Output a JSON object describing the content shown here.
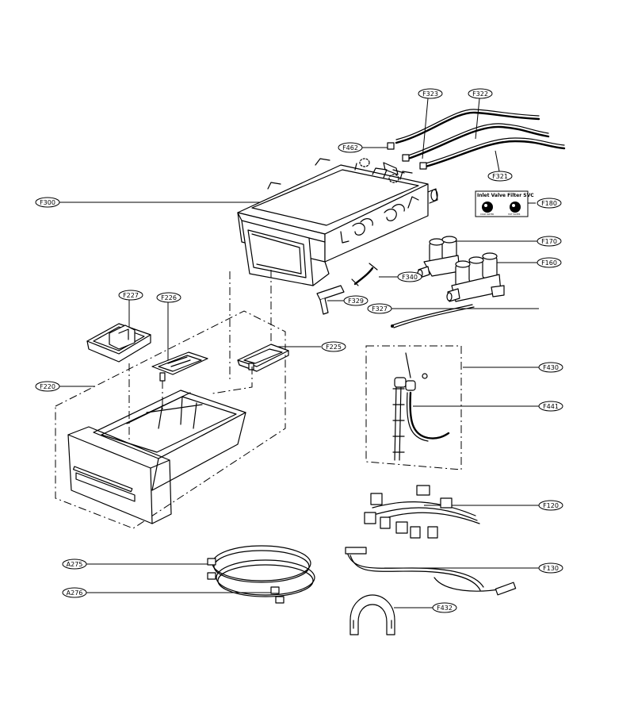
{
  "callouts": {
    "F323": "F323",
    "F322": "F322",
    "F462": "F462",
    "F321": "F321",
    "F300": "F300",
    "F180": "F180",
    "F170": "F170",
    "F160": "F160",
    "F340": "F340",
    "F329": "F329",
    "F327": "F327",
    "F227": "F227",
    "F226": "F226",
    "F225": "F225",
    "F220": "F220",
    "F430": "F430",
    "F441": "F441",
    "F120": "F120",
    "F130": "F130",
    "A275": "A275",
    "A276": "A276",
    "F432": "F432"
  },
  "filter_card": {
    "title": "Inlet Valve Filter SVC",
    "left_caption": "COLD WATER",
    "right_caption": "HOT WATER"
  }
}
